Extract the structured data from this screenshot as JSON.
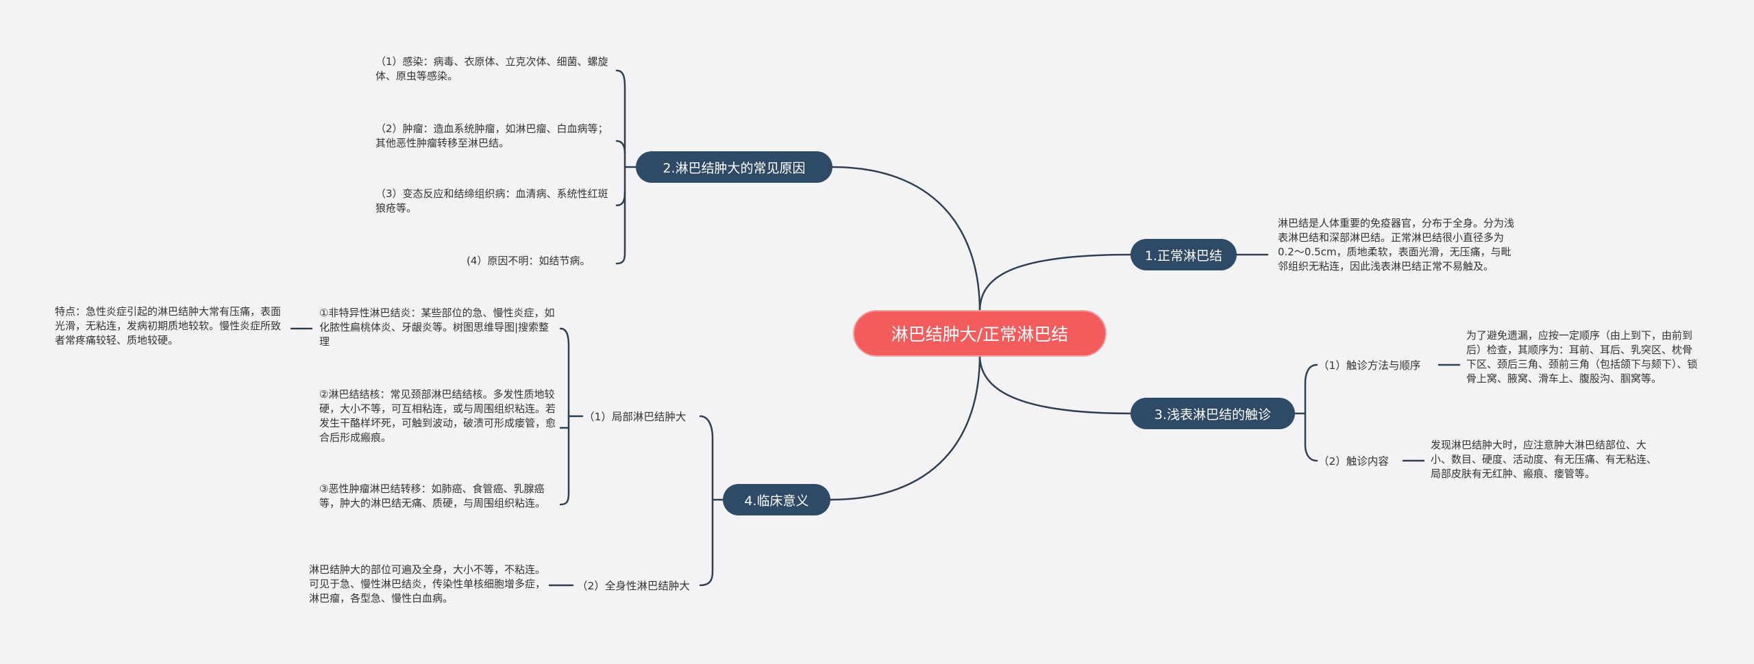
{
  "colors": {
    "background": "#f3f3f5",
    "root_fill": "#f25c5c",
    "branch_fill": "#2e4a66",
    "connector": "#2e3f52",
    "text": "#333333"
  },
  "mindmap": {
    "root": "淋巴结肿大/正常淋巴结",
    "b1": {
      "label": "1.正常淋巴结",
      "text": "淋巴结是人体重要的免疫器官，分布于全身。分为浅表淋巴结和深部淋巴结。正常淋巴结很小直径多为0.2～0.5cm，质地柔软，表面光滑，无压痛，与毗邻组织无粘连，因此浅表淋巴结正常不易触及。"
    },
    "b2": {
      "label": "2.淋巴结肿大的常见原因",
      "leaves": [
        "（1）感染：病毒、衣原体、立克次体、细菌、螺旋体、原虫等感染。",
        "（2）肿瘤：造血系统肿瘤，如淋巴瘤、白血病等；其他恶性肿瘤转移至淋巴结。",
        "（3）变态反应和结缔组织病：血清病、系统性红斑狼疮等。",
        "(4）原因不明：如结节病。"
      ]
    },
    "b3": {
      "label": "3.浅表淋巴结的触诊",
      "subs": [
        {
          "label": "（1）触诊方法与顺序",
          "text": "为了避免遗漏，应按一定顺序（由上到下，由前到后）检查，其顺序为：耳前、耳后、乳突区、枕骨下区、颈后三角、颈前三角（包括颌下与颏下）、锁骨上窝、腋窝、滑车上、腹股沟、腘窝等。"
        },
        {
          "label": "（2）触诊内容",
          "text": "发现淋巴结肿大时，应注意肿大淋巴结部位、大小、数目、硬度、活动度、有无压痛、有无粘连、局部皮肤有无红肿、瘢痕、瘘管等。"
        }
      ]
    },
    "b4": {
      "label": "4.临床意义",
      "subs": [
        {
          "label": "（1）局部淋巴结肿大",
          "leaves": [
            "①非特异性淋巴结炎：某些部位的急、慢性炎症，如化脓性扁桃体炎、牙龈炎等。树图思维导图|搜索整理",
            "②淋巴结结核：常见颈部淋巴结结核。多发性质地较硬，大小不等，可互相粘连，或与周围组织粘连。若发生干酪样坏死，可触到波动，破溃可形成瘘管，愈合后形成瘢痕。",
            "③恶性肿瘤淋巴结转移：如肺癌、食管癌、乳腺癌等，肿大的淋巴结无痛、质硬，与周围组织粘连。"
          ],
          "note": "特点：急性炎症引起的淋巴结肿大常有压痛，表面光滑，无粘连，发病初期质地较软。慢性炎症所致者常疼痛较轻、质地较硬。"
        },
        {
          "label": "（2）全身性淋巴结肿大",
          "text": "淋巴结肿大的部位可遍及全身，大小不等，不粘连。可见于急、慢性淋巴结炎，传染性单核细胞增多症，淋巴瘤，各型急、慢性白血病。"
        }
      ]
    }
  }
}
